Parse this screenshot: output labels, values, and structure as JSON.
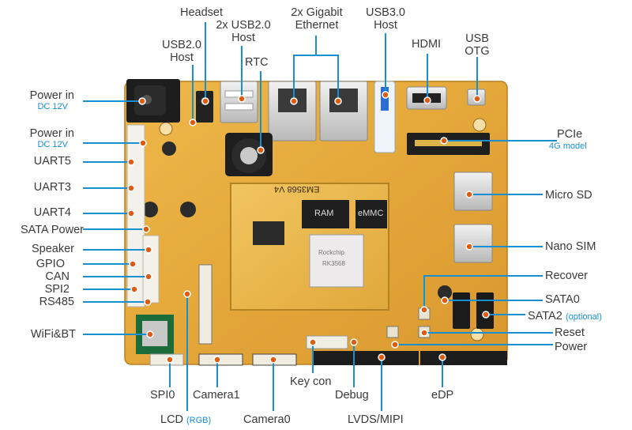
{
  "colors": {
    "accent": "#1a8fd0",
    "text": "#3a3a3a",
    "marker": "#e05a10",
    "board": "#e3a83a"
  },
  "board": {
    "silkscreen": "EM3568 V4",
    "chips": {
      "ram": "RAM",
      "emmc": "eMMC",
      "soc_brand": "Rockchip",
      "soc_model": "RK3568"
    }
  },
  "labels": {
    "headset": "Headset",
    "usb2_top_l1": "2x USB2.0",
    "usb2_top_l2": "Host",
    "gbe_l1": "2x Gigabit",
    "gbe_l2": "Ethernet",
    "usb3_l1": "USB3.0",
    "usb3_l2": "Host",
    "hdmi": "HDMI",
    "usbotg_l1": "USB",
    "usbotg_l2": "OTG",
    "usb2_left_l1": "USB2.0",
    "usb2_left_l2": "Host",
    "rtc": "RTC",
    "power_in": "Power in",
    "power_in_sub": "DC 12V",
    "power_in2": "Power in",
    "power_in2_sub": "DC 12V",
    "uart5": "UART5",
    "uart3": "UART3",
    "uart4": "UART4",
    "sata_power": "SATA Power",
    "speaker": "Speaker",
    "gpio": "GPIO",
    "can": "CAN",
    "spi2": "SPI2",
    "rs485": "RS485",
    "wifi_bt": "WiFi&BT",
    "spi0": "SPI0",
    "camera1": "Camera1",
    "lcd": "LCD",
    "lcd_sub": "(RGB)",
    "camera0": "Camera0",
    "key_con": "Key con",
    "debug": "Debug",
    "lvds_mipi": "LVDS/MIPI",
    "edp": "eDP",
    "pcie": "PCIe",
    "pcie_sub": "4G model",
    "micro_sd": "Micro SD",
    "nano_sim": "Nano SIM",
    "recover": "Recover",
    "sata0": "SATA0",
    "sata2": "SATA2",
    "sata2_sub": "(optional)",
    "reset": "Reset",
    "power": "Power"
  }
}
